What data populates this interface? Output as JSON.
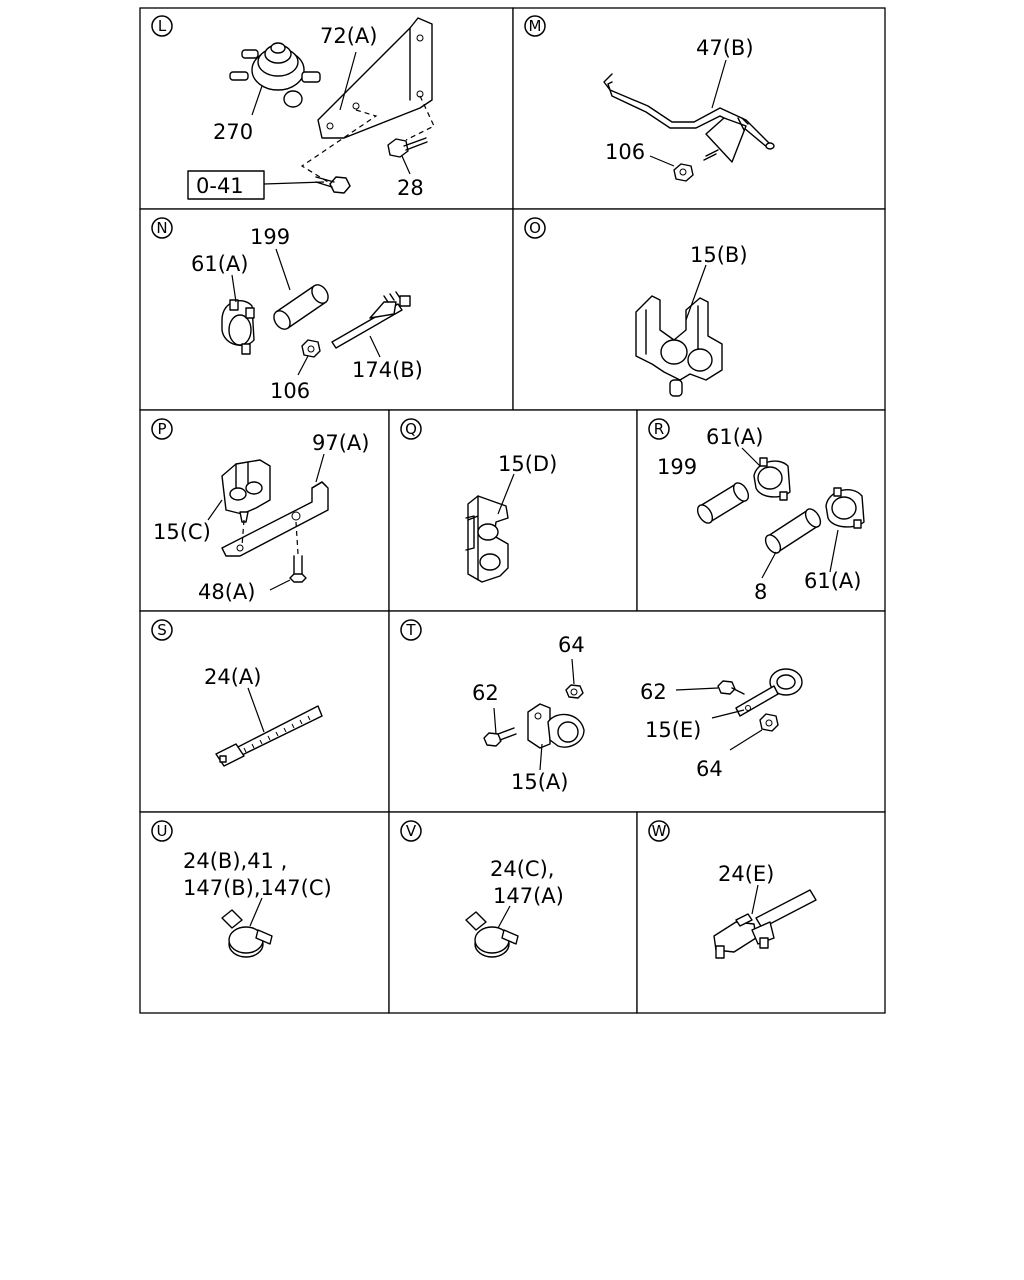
{
  "panels": {
    "L": {
      "letter": "L",
      "labels": {
        "c72a": "72(A)",
        "c270": "270",
        "c28": "28",
        "ref041": "0-41"
      }
    },
    "M": {
      "letter": "M",
      "labels": {
        "c47b": "47(B)",
        "c106": "106"
      }
    },
    "N": {
      "letter": "N",
      "labels": {
        "c199": "199",
        "c61a": "61(A)",
        "c106": "106",
        "c174b": "174(B)"
      }
    },
    "O": {
      "letter": "O",
      "labels": {
        "c15b": "15(B)"
      }
    },
    "P": {
      "letter": "P",
      "labels": {
        "c97a": "97(A)",
        "c15c": "15(C)",
        "c48a": "48(A)"
      }
    },
    "Q": {
      "letter": "Q",
      "labels": {
        "c15d": "15(D)"
      }
    },
    "R": {
      "letter": "R",
      "labels": {
        "c61a_top": "61(A)",
        "c199": "199",
        "c8": "8",
        "c61a_bottom": "61(A)"
      }
    },
    "S": {
      "letter": "S",
      "labels": {
        "c24a": "24(A)"
      }
    },
    "T": {
      "letter": "T",
      "labels": {
        "c64_top": "64",
        "c62_left": "62",
        "c15a": "15(A)",
        "c62_right": "62",
        "c15e": "15(E)",
        "c64_bottom": "64"
      }
    },
    "U": {
      "letter": "U",
      "labels": {
        "line1": "24(B),41 ,",
        "line2": "147(B),147(C)"
      }
    },
    "V": {
      "letter": "V",
      "labels": {
        "line1": "24(C),",
        "line2": "147(A)"
      }
    },
    "W": {
      "letter": "W",
      "labels": {
        "c24e": "24(E)"
      }
    }
  }
}
